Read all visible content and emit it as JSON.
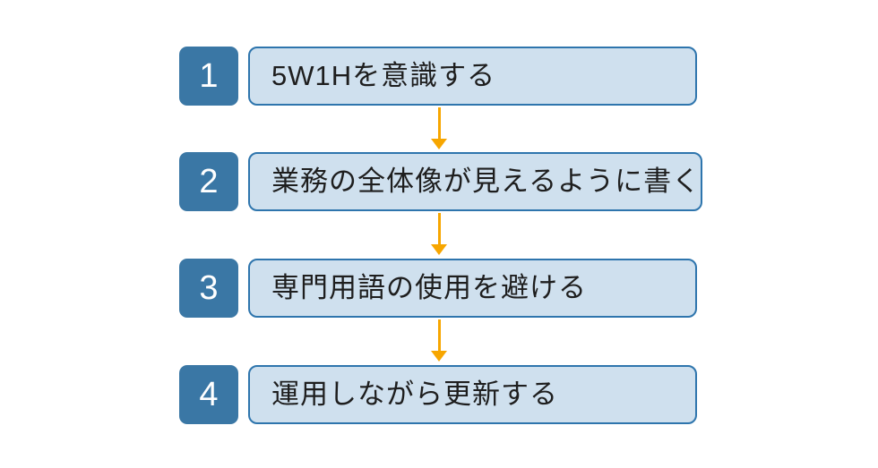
{
  "diagram": {
    "type": "numbered-step-flow",
    "direction": "top-to-bottom",
    "steps": [
      {
        "number": "1",
        "label": "5W1Hを意識する"
      },
      {
        "number": "2",
        "label": "業務の全体像が見えるように書く"
      },
      {
        "number": "3",
        "label": "専門用語の使用を避ける"
      },
      {
        "number": "4",
        "label": "運用しながら更新する"
      }
    ],
    "connector": "down-arrow",
    "colors": {
      "number_box_fill": "#3A77A5",
      "number_text": "#FFFFFF",
      "label_box_fill": "#CFE0EE",
      "label_box_border": "#2E75AD",
      "arrow": "#F7A600",
      "label_text": "#1E1E1E",
      "background": "#FFFFFF"
    }
  }
}
